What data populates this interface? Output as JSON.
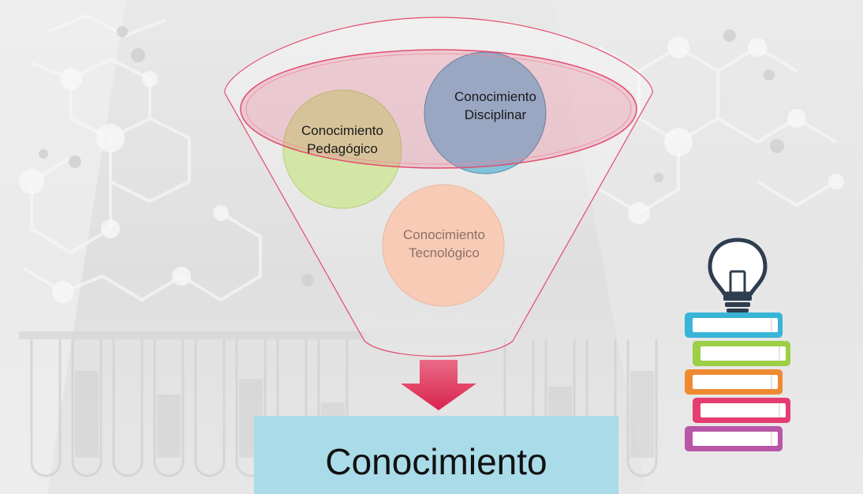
{
  "diagram": {
    "circles": {
      "pedagogico": {
        "label": "Conocimiento\nPedagógico",
        "color": "#d3e6a6"
      },
      "disciplinar": {
        "label": "Conocimiento\nDisciplinar",
        "color": "#84c2da"
      },
      "tecnologico": {
        "label": "Conocimiento\nTecnológico",
        "color": "#f8cbb6"
      }
    },
    "result": {
      "label": "Conocimiento",
      "color": "#a9dbe8"
    },
    "funnel_color": "#e44b6d",
    "arrow_color": "#e3375e",
    "icons": [
      "lightbulb-icon",
      "books-stack-icon"
    ],
    "book_colors": [
      "#38b5d6",
      "#9ccf45",
      "#ef8a31",
      "#e53d71",
      "#b956a7"
    ]
  }
}
